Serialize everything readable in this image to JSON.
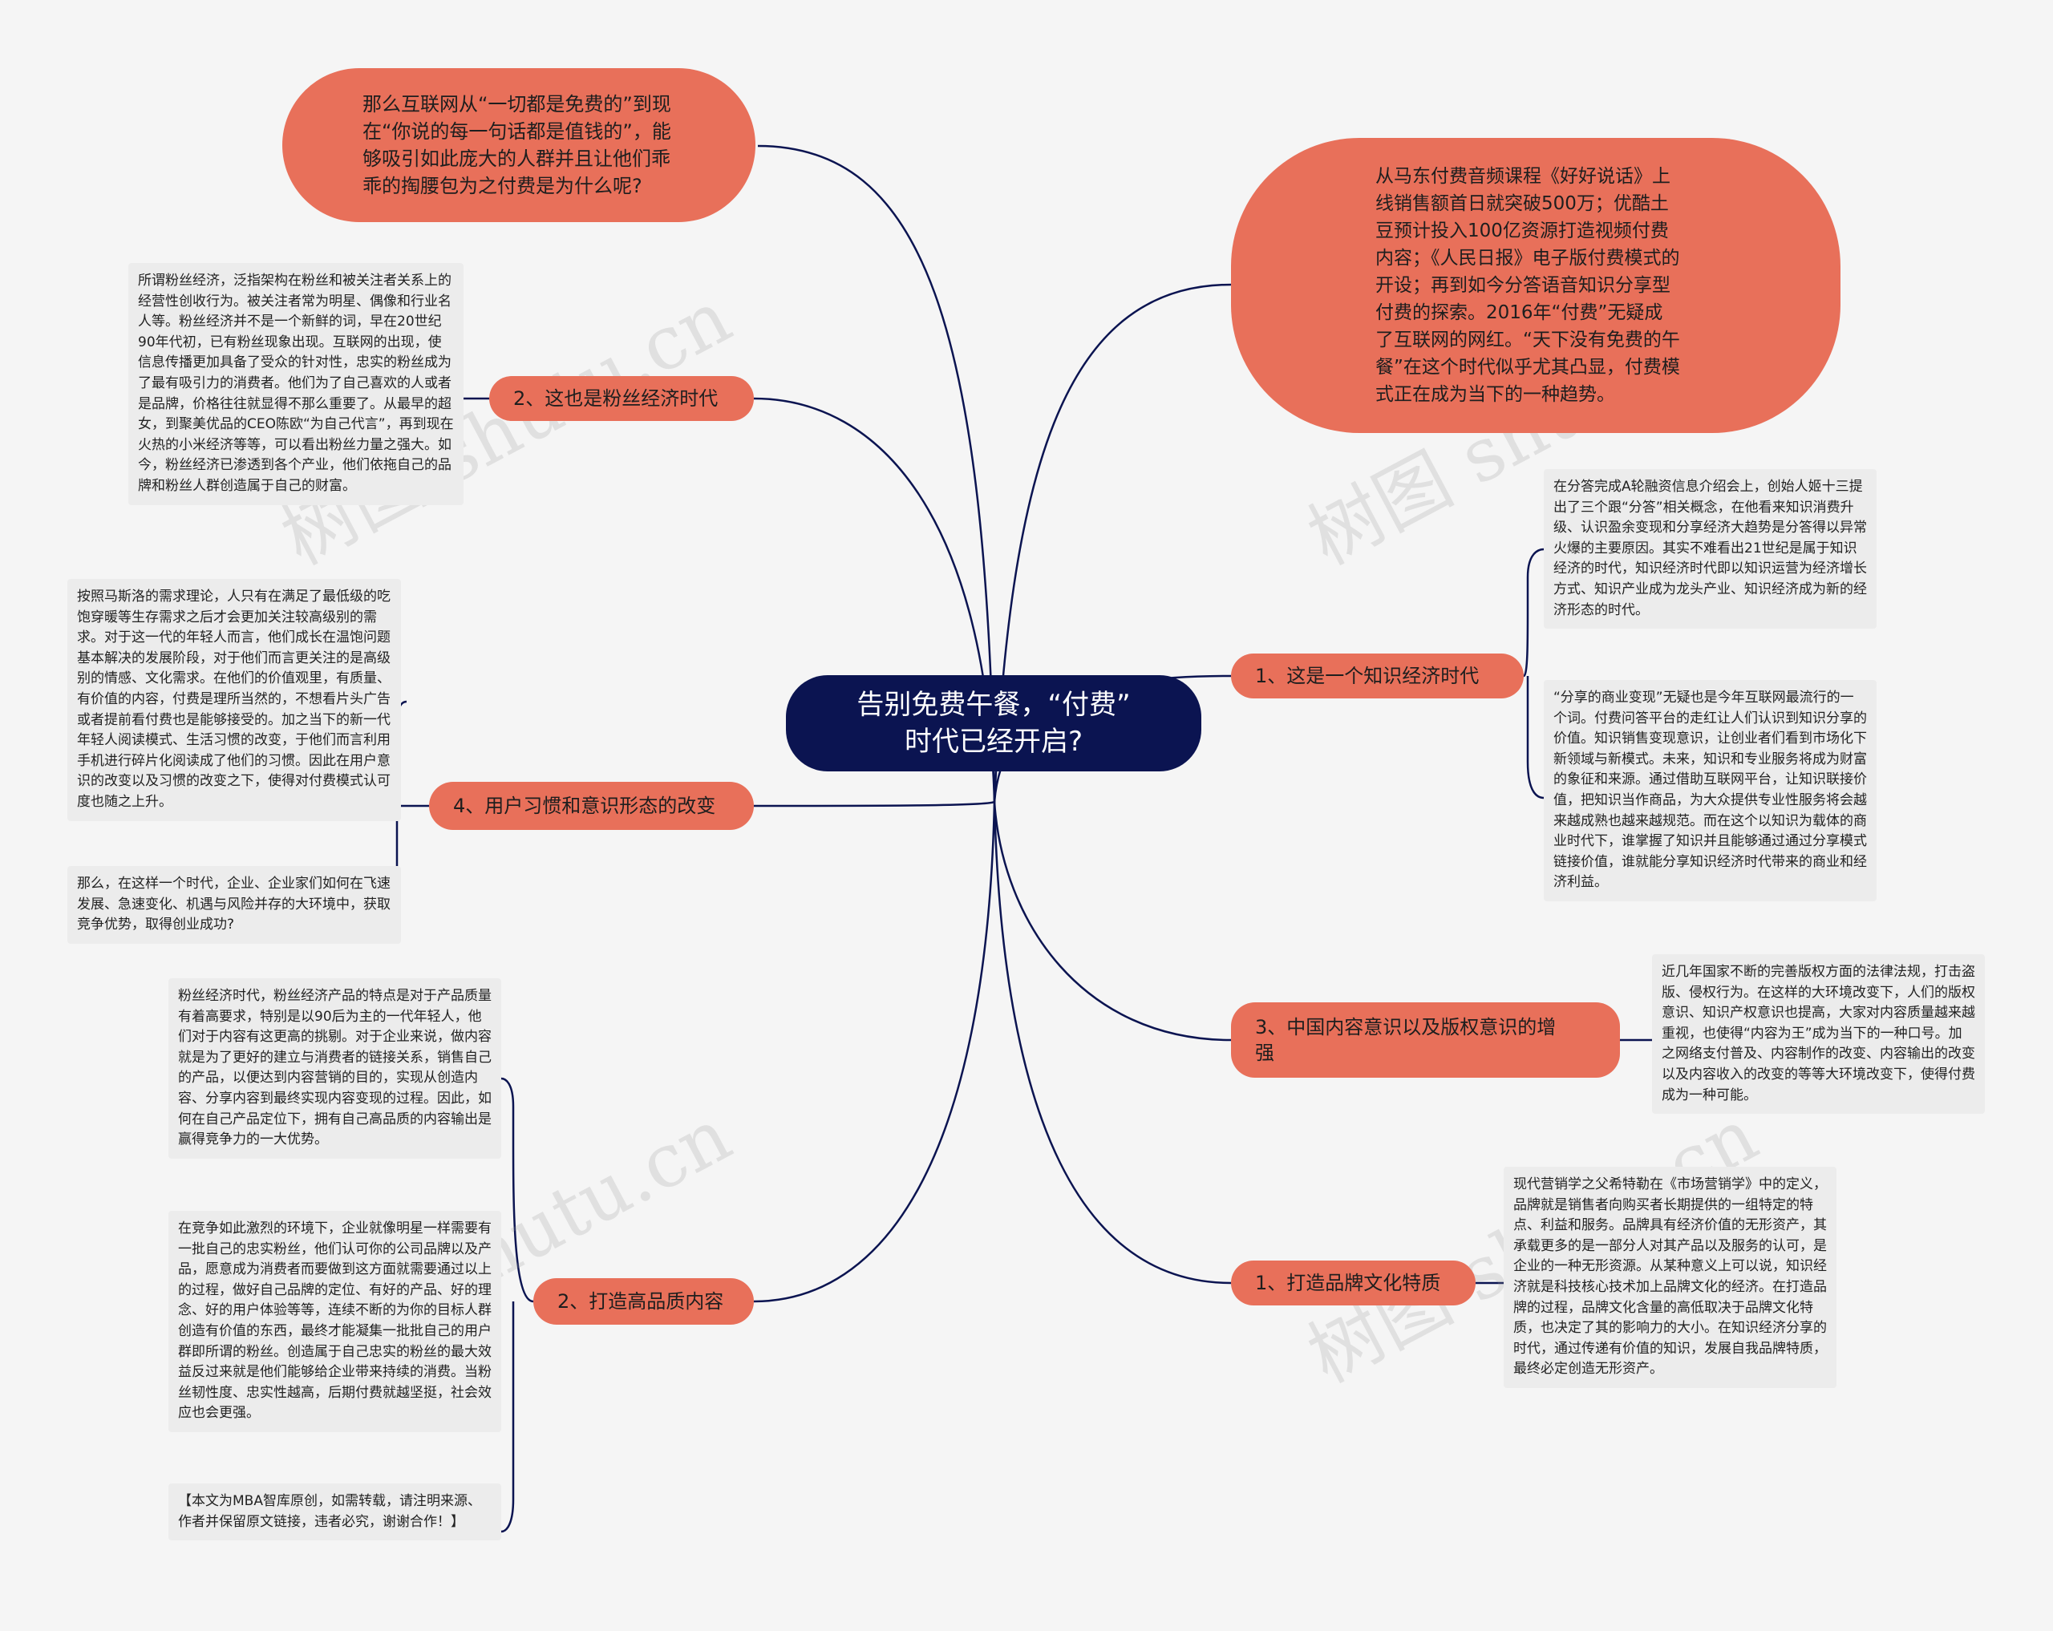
{
  "center": {
    "line1": "告别免费午餐，“付费”",
    "line2": "时代已经开启?"
  },
  "bubbles": {
    "question": "那么互联网从“一切都是免费的”到现在“你说的每一句话都是值钱的”，能够吸引如此庞大的人群并且让他们乖乖的掏腰包为之付费是为什么呢?",
    "intro": "从马东付费音频课程《好好说话》上线销售额首日就突破500万；优酷土豆预计投入100亿资源打造视频付费内容；《人民日报》电子版付费模式的开设；再到如今分答语音知识分享型付费的探索。2016年“付费”无疑成了互联网的网红。“天下没有免费的午餐”在这个时代似乎尤其凸显，付费模式正在成为当下的一种趋势。"
  },
  "branches": {
    "fan_economy": "2、这也是粉丝经济时代",
    "user_habits": "4、用户习惯和意识形态的改变",
    "quality_content": "2、打造高品质内容",
    "knowledge_economy": "1、这是一个知识经济时代",
    "copyright": "3、中国内容意识以及版权意识的增强",
    "brand_culture": "1、打造品牌文化特质"
  },
  "notes": {
    "fan_economy": "所谓粉丝经济，泛指架构在粉丝和被关注者关系上的经营性创收行为。被关注者常为明星、偶像和行业名人等。粉丝经济并不是一个新鲜的词，早在20世纪90年代初，已有粉丝现象出现。互联网的出现，使信息传播更加具备了受众的针对性，忠实的粉丝成为了最有吸引力的消费者。他们为了自己喜欢的人或者是品牌，价格往往就显得不那么重要了。从最早的超女，到聚美优品的CEO陈欧“为自己代言”，再到现在火热的小米经济等等，可以看出粉丝力量之强大。如今，粉丝经济已渗透到各个产业，他们依拖自己的品牌和粉丝人群创造属于自己的财富。",
    "maslow": "按照马斯洛的需求理论，人只有在满足了最低级的吃饱穿暖等生存需求之后才会更加关注较高级别的需求。对于这一代的年轻人而言，他们成长在温饱问题基本解决的发展阶段，对于他们而言更关注的是高级别的情感、文化需求。在他们的价值观里，有质量、有价值的内容，付费是理所当然的，不想看片头广告或者提前看付费也是能够接受的。加之当下的新一代年轻人阅读模式、生活习惯的改变，于他们而言利用手机进行碎片化阅读成了他们的习惯。因此在用户意识的改变以及习惯的改变之下，使得对付费模式认可度也随之上升。",
    "enterprise": "那么，在这样一个时代，企业、企业家们如何在飞速发展、急速变化、机遇与风险并存的大环境中，获取竞争优势，取得创业成功?",
    "fan_products": "粉丝经济时代，粉丝经济产品的特点是对于产品质量有着高要求，特别是以90后为主的一代年轻人，他们对于内容有这更高的挑剔。对于企业来说，做内容就是为了更好的建立与消费者的链接关系，销售自己的产品，以便达到内容营销的目的，实现从创造内容、分享内容到最终实现内容变现的过程。因此，如何在自己产品定位下，拥有自己高品质的内容输出是赢得竞争力的一大优势。",
    "competition": "在竞争如此激烈的环境下，企业就像明星一样需要有一批自己的忠实粉丝，他们认可你的公司品牌以及产品，愿意成为消费者而要做到这方面就需要通过以上的过程，做好自己品牌的定位、有好的产品、好的理念、好的用户体验等等，连续不断的为你的目标人群创造有价值的东西，最终才能凝集一批批自己的用户群即所谓的粉丝。创造属于自己忠实的粉丝的最大效益反过来就是他们能够给企业带来持续的消费。当粉丝韧性度、忠实性越高，后期付费就越坚挺，社会效应也会更强。",
    "copyright_notice": "【本文为MBA智库原创，如需转载，请注明来源、作者并保留原文链接，违者必究，谢谢合作！】",
    "fenda": "在分答完成A轮融资信息介绍会上，创始人姬十三提出了三个跟“分答”相关概念，在他看来知识消费升级、认识盈余变现和分享经济大趋势是分答得以异常火爆的主要原因。其实不难看出21世纪是属于知识经济的时代，知识经济时代即以知识运营为经济增长方式、知识产业成为龙头产业、知识经济成为新的经济形态的时代。",
    "sharing": "“分享的商业变现”无疑也是今年互联网最流行的一个词。付费问答平台的走红让人们认识到知识分享的价值。知识销售变现意识，让创业者们看到市场化下新领域与新模式。未来，知识和专业服务将成为财富的象征和来源。通过借助互联网平台，让知识联接价值，把知识当作商品，为大众提供专业性服务将会越来越成熟也越来越规范。而在这个以知识为载体的商业时代下，谁掌握了知识并且能够通过通过分享模式链接价值，谁就能分享知识经济时代带来的商业和经济利益。",
    "law": "近几年国家不断的完善版权方面的法律法规，打击盗版、侵权行为。在这样的大环境改变下，人们的版权意识、知识产权意识也提高，大家对内容质量越来越重视，也使得“内容为王”成为当下的一种口号。加之网络支付普及、内容制作的改变、内容输出的改变以及内容收入的改变的等等大环境改变下，使得付费成为一种可能。",
    "kotler": "现代营销学之父希特勒在《市场营销学》中的定义，品牌就是销售者向购买者长期提供的一组特定的特点、利益和服务。品牌具有经济价值的无形资产，其承载更多的是一部分人对其产品以及服务的认可，是企业的一种无形资源。从某种意义上可以说，知识经济就是科技核心技术加上品牌文化的经济。在打造品牌的过程，品牌文化含量的高低取决于品牌文化特质，也决定了其的影响力的大小。在知识经济分享的时代，通过传递有价值的知识，发展自我品牌特质，最终必定创造无形资产。"
  },
  "watermark": "树图 shutu.cn",
  "colors": {
    "center_bg": "#0b1451",
    "branch_bg": "#e8705a",
    "line": "#0b1451",
    "note_bg": "#ececec",
    "background": "#f5f5f5"
  }
}
